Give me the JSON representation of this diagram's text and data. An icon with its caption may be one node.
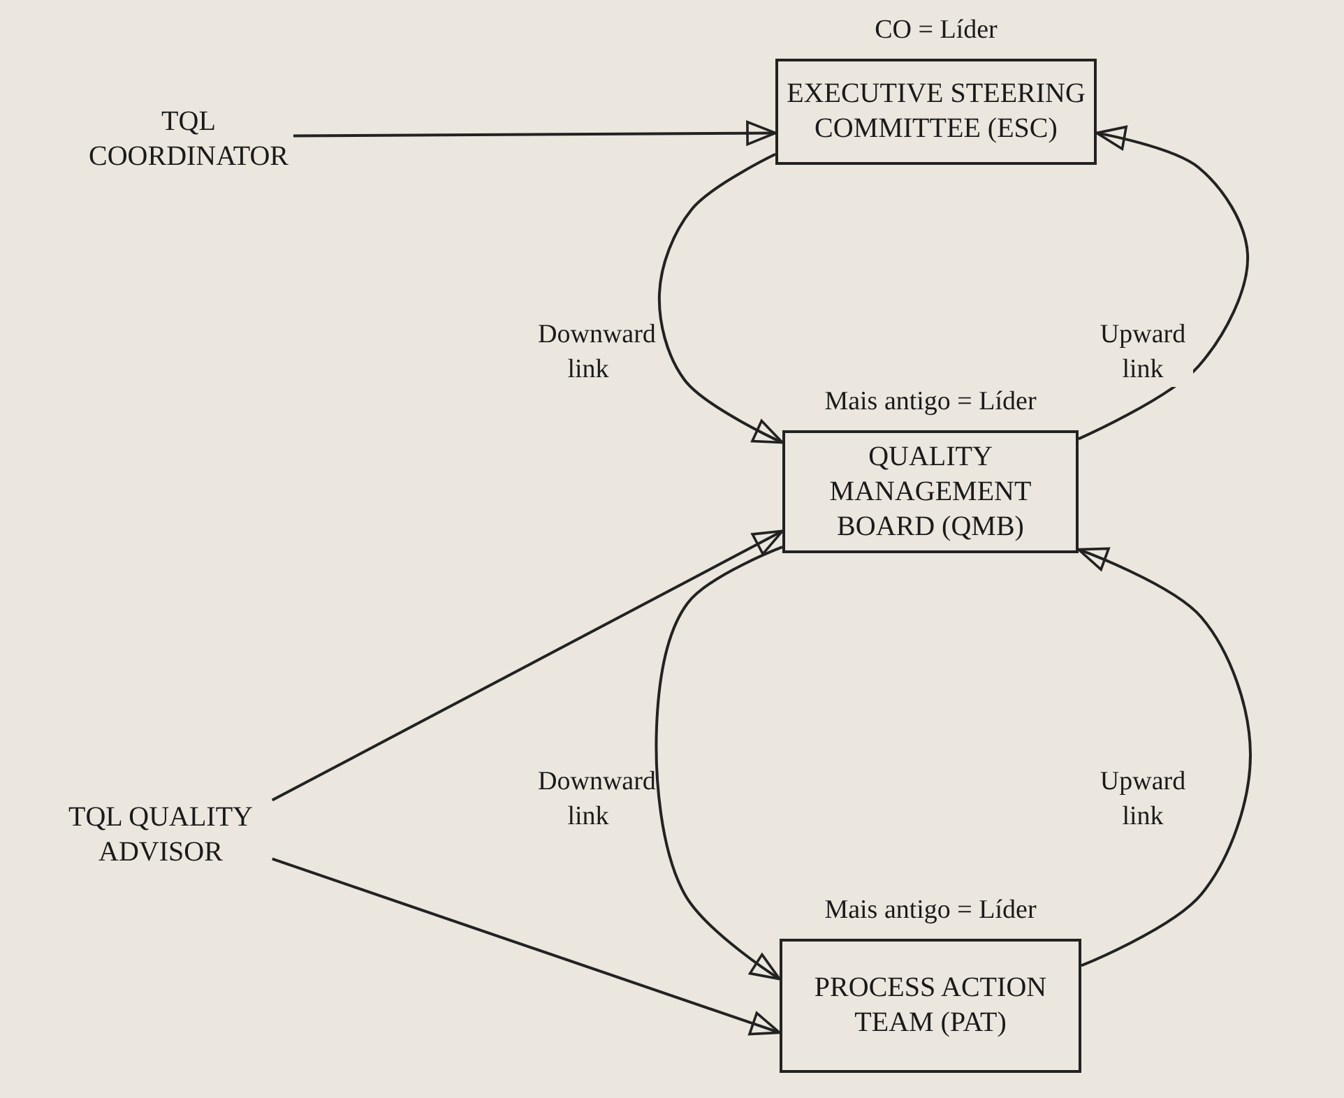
{
  "diagram": {
    "nodes": [
      {
        "text": [
          "TQL COORDINATOR"
        ]
      },
      {
        "text": [
          "EXECUTIVE STEERING COMMITTEE (ESC)"
        ],
        "beside": [
          "CO = Líder"
        ]
      },
      {
        "text": [
          "QUALITY MANAGEMENT BOARD (QMB)"
        ],
        "beside": [
          "Mais antigo = Líder"
        ]
      },
      {
        "text": [
          "TQL QUALITY ADVISOR"
        ]
      },
      {
        "text": [
          "PROCESS ACTION TEAM (PAT)"
        ],
        "beside": [
          "Mais antigo = Líder"
        ]
      }
    ],
    "edges": [
      {
        "from": 0,
        "to": 1,
        "arrow": "to"
      },
      {
        "from": 1,
        "to": 2,
        "arrow": "to",
        "label": "Downward link"
      },
      {
        "from": 2,
        "to": 1,
        "arrow": "to",
        "label": "Upward link"
      },
      {
        "from": 3,
        "to": 2,
        "arrow": "to"
      },
      {
        "from": 3,
        "to": 4,
        "arrow": "to"
      },
      {
        "from": 2,
        "to": 4,
        "arrow": "to",
        "label": "Downward link"
      },
      {
        "from": 4,
        "to": 2,
        "arrow": "to",
        "label": "Upward link"
      }
    ]
  }
}
